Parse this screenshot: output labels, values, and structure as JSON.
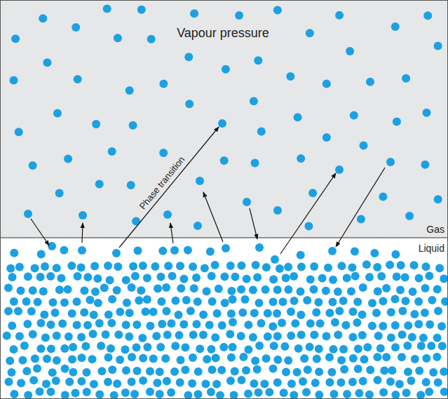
{
  "diagram": {
    "labels": [
      "Vapour pressure",
      "Phase transition",
      "Gas",
      "Liquid"
    ]
  }
}
